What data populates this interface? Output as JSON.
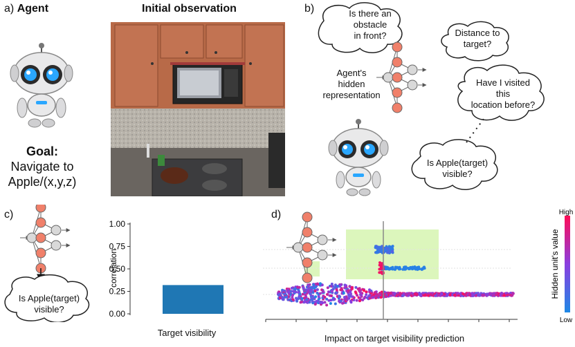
{
  "panel_a": {
    "label": "a)",
    "agent_title": "Agent",
    "observation_title": "Initial observation",
    "goal_title": "Goal:",
    "goal_line1": "Navigate to",
    "goal_line2": "Apple/(x,y,z)"
  },
  "panel_b": {
    "label": "b)",
    "q_obstacle": [
      "Is there an",
      "obstacle",
      "in front?"
    ],
    "q_distance": [
      "Distance to",
      "target?"
    ],
    "q_visited": [
      "Have I visited",
      "this",
      "location before?"
    ],
    "q_apple": [
      "Is Apple(target)",
      "visible?"
    ],
    "hidden_rep": [
      "Agent's",
      "hidden",
      "representation"
    ]
  },
  "panel_c": {
    "label": "c)",
    "question": [
      "Is Apple(target)",
      "visible?"
    ]
  },
  "panel_d": {
    "label": "d)"
  },
  "chart_data": [
    {
      "type": "bar",
      "categories": [
        "Target visibility"
      ],
      "values": [
        0.32
      ],
      "ylabel": "correlation",
      "xlabel": "",
      "ylim": [
        0,
        1.0
      ],
      "yticks": [
        "0.00",
        "0.25",
        "0.50",
        "0.75",
        "1.00"
      ],
      "color": "#1f77b4"
    },
    {
      "type": "scatter",
      "xlabel": "Impact on target visibility prediction",
      "colorbar_label": "Hidden unit's value",
      "colorbar_high": "High",
      "colorbar_low": "Low",
      "color_low": "#1e88e5",
      "color_high": "#ff0d57"
    }
  ]
}
